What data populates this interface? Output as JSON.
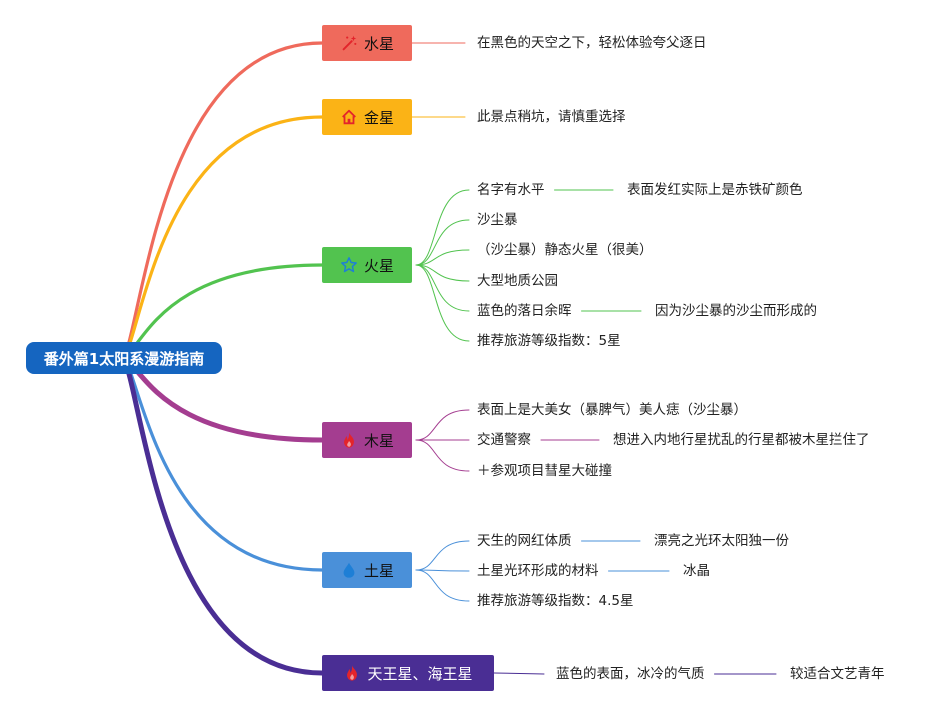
{
  "root": {
    "label": "番外篇1太阳系漫游指南",
    "color": "#1565c0"
  },
  "branches": [
    {
      "id": "mercury",
      "label": "水星",
      "color": "#ef6a5c",
      "icon": "sparkle-wand-icon",
      "leaves": [
        {
          "text": "在黑色的天空之下，轻松体验夸父逐日"
        }
      ]
    },
    {
      "id": "venus",
      "label": "金星",
      "color": "#fbb316",
      "icon": "house-icon",
      "leaves": [
        {
          "text": "此景点稍坑，请慎重选择"
        }
      ]
    },
    {
      "id": "mars",
      "label": "火星",
      "color": "#52c34f",
      "icon": "star-outline-icon",
      "leaves": [
        {
          "text": "名字有水平",
          "child": "表面发红实际上是赤铁矿颜色"
        },
        {
          "text": "沙尘暴"
        },
        {
          "text": "（沙尘暴）静态火星（很美）"
        },
        {
          "text": "大型地质公园"
        },
        {
          "text": "蓝色的落日余晖",
          "child": "因为沙尘暴的沙尘而形成的"
        },
        {
          "text": "推荐旅游等级指数：5星"
        }
      ]
    },
    {
      "id": "jupiter",
      "label": "木星",
      "color": "#a43d90",
      "icon": "flame-icon",
      "leaves": [
        {
          "text": "表面上是大美女（暴脾气）美人痣（沙尘暴）"
        },
        {
          "text": "交通警察",
          "child": "想进入内地行星扰乱的行星都被木星拦住了"
        },
        {
          "text": "＋参观项目彗星大碰撞"
        }
      ]
    },
    {
      "id": "saturn",
      "label": "土星",
      "color": "#4a90d9",
      "icon": "water-drop-icon",
      "leaves": [
        {
          "text": "天生的网红体质",
          "child": "漂亮之光环太阳独一份"
        },
        {
          "text": "土星光环形成的材料",
          "child": "冰晶"
        },
        {
          "text": "推荐旅游等级指数：4.5星"
        }
      ]
    },
    {
      "id": "uranus-neptune",
      "label": "天王星、海王星",
      "color": "#4a2e94",
      "icon": "flame-icon",
      "leaves": [
        {
          "text": "蓝色的表面，冰冷的气质",
          "child": "较适合文艺青年"
        }
      ]
    }
  ]
}
